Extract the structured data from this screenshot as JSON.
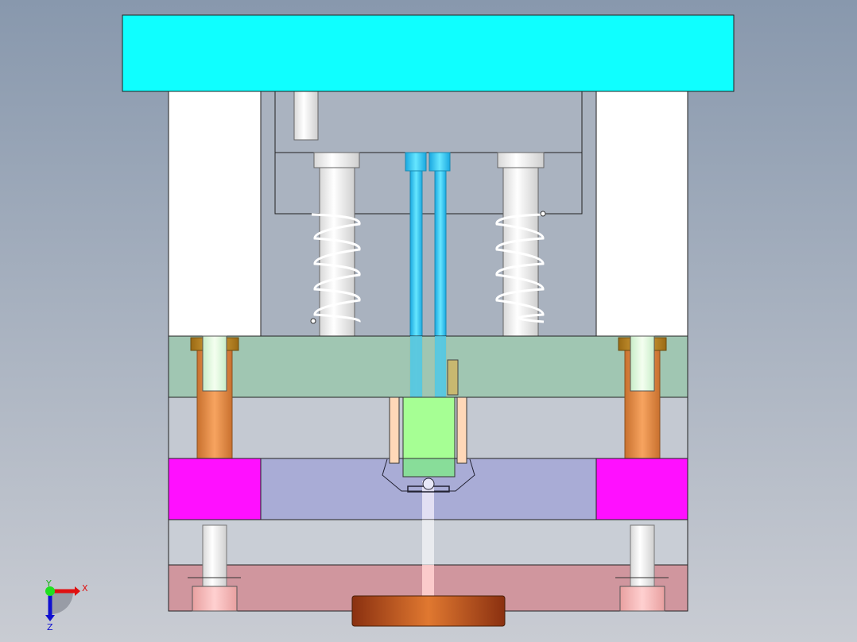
{
  "view": {
    "triad": {
      "x_label": "X",
      "y_label": "Y",
      "z_label": "Z"
    },
    "colors": {
      "top_plate": "#0fffff",
      "support_block": "#ffffff",
      "stripper_plate": "#9fc8b0",
      "cavity_plate": "#a9acd6",
      "side_insert": "#ff10ff",
      "bottom_plate": "#d0969e",
      "guide_bush": "#e99450",
      "core_insert": "#a6ff94",
      "cooling_pin": "#2cc7f2"
    }
  }
}
